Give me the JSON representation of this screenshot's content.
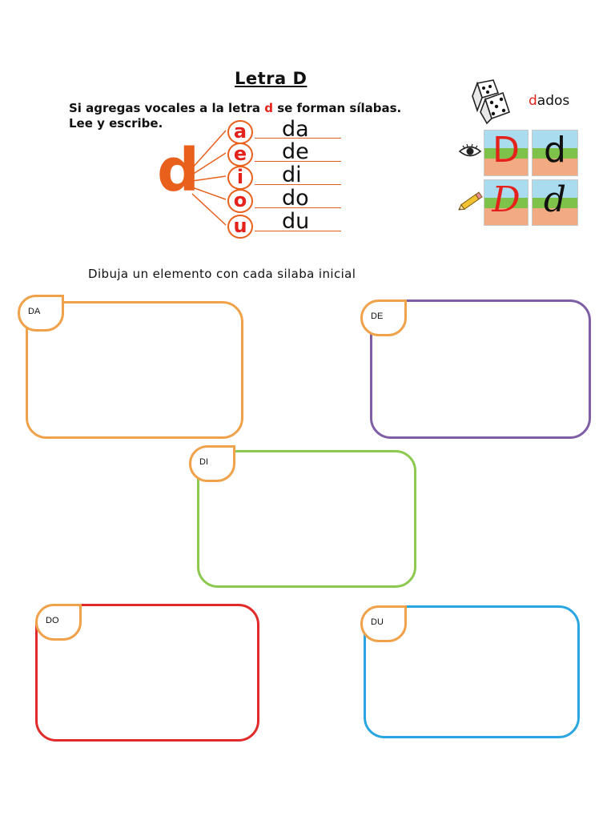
{
  "title": "Letra D",
  "intro": {
    "line1_before": "Si agregas vocales a la letra ",
    "line1_letter": "d",
    "line1_after": " se forman sílabas.",
    "line2": "Lee y escribe."
  },
  "big_letter": "d",
  "vowels": [
    "a",
    "e",
    "i",
    "o",
    "u"
  ],
  "syllables": [
    "da",
    "de",
    "di",
    "do",
    "du"
  ],
  "word": {
    "first": "d",
    "rest": "ados"
  },
  "letter_cards": [
    "D",
    "d",
    "D",
    "d"
  ],
  "instruction": "Dibuja un elemento con cada silaba inicial",
  "boxes": [
    {
      "label": "DA",
      "color": "#f0a24b"
    },
    {
      "label": "DE",
      "color": "#7f5ea6"
    },
    {
      "label": "DI",
      "color": "#8cc94e"
    },
    {
      "label": "DO",
      "color": "#e32a2a"
    },
    {
      "label": "DU",
      "color": "#29a6e2"
    }
  ],
  "colors": {
    "orange": "#e8601c",
    "red": "#e4221b"
  },
  "icons": [
    "dice-icon",
    "eye-icon",
    "pencil-icon"
  ]
}
